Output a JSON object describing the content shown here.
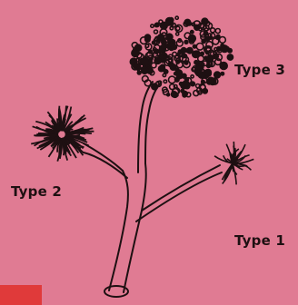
{
  "colors": {
    "background": "#e07b93",
    "ink": "#1e1012",
    "accent": "#e03a3a"
  },
  "labels": {
    "type3": "Type 3",
    "type2": "Type 2",
    "type1": "Type 1"
  },
  "icons": [
    "branching-structure-illustration"
  ]
}
